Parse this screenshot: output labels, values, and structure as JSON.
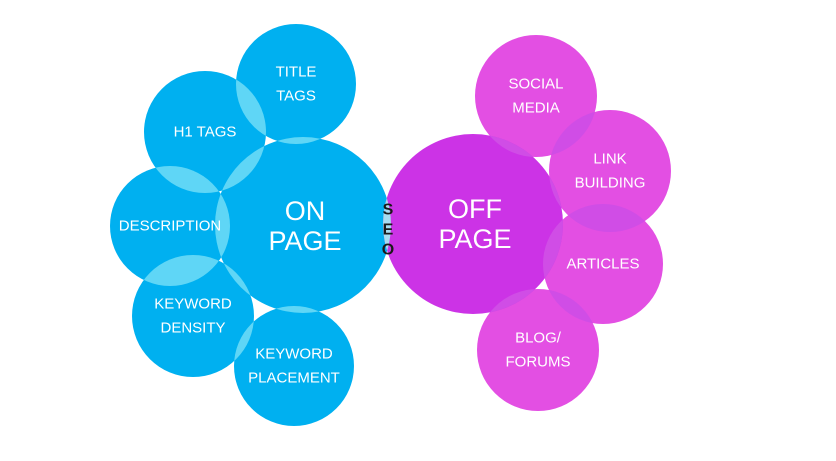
{
  "colors": {
    "on_page": "#00b0f0",
    "on_page_overlap": "#5fd6f6",
    "off_page": "#cc33e6",
    "off_page_satellite": "#e34fe3",
    "off_page_overlap": "#d04de6",
    "seo_lens": "#a9dcf0",
    "seo_text": "#1a1a1a"
  },
  "on_page": {
    "hub_lines": [
      "ON",
      "PAGE"
    ],
    "satellites": [
      {
        "key": "title-tags",
        "lines": [
          "TITLE",
          "TAGS"
        ]
      },
      {
        "key": "h1-tags",
        "lines": [
          "H1 TAGS"
        ]
      },
      {
        "key": "description",
        "lines": [
          "DESCRIPTION"
        ]
      },
      {
        "key": "keyword-density",
        "lines": [
          "KEYWORD",
          "DENSITY"
        ]
      },
      {
        "key": "keyword-placement",
        "lines": [
          "KEYWORD",
          "PLACEMENT"
        ]
      }
    ]
  },
  "off_page": {
    "hub_lines": [
      "OFF",
      "PAGE"
    ],
    "satellites": [
      {
        "key": "social-media",
        "lines": [
          "SOCIAL",
          "MEDIA"
        ]
      },
      {
        "key": "link-building",
        "lines": [
          "LINK",
          "BUILDING"
        ]
      },
      {
        "key": "articles",
        "lines": [
          "ARTICLES"
        ]
      },
      {
        "key": "blog-forums",
        "lines": [
          "BLOG/",
          "FORUMS"
        ]
      }
    ]
  },
  "seo": {
    "letters": [
      "S",
      "E",
      "O"
    ]
  }
}
